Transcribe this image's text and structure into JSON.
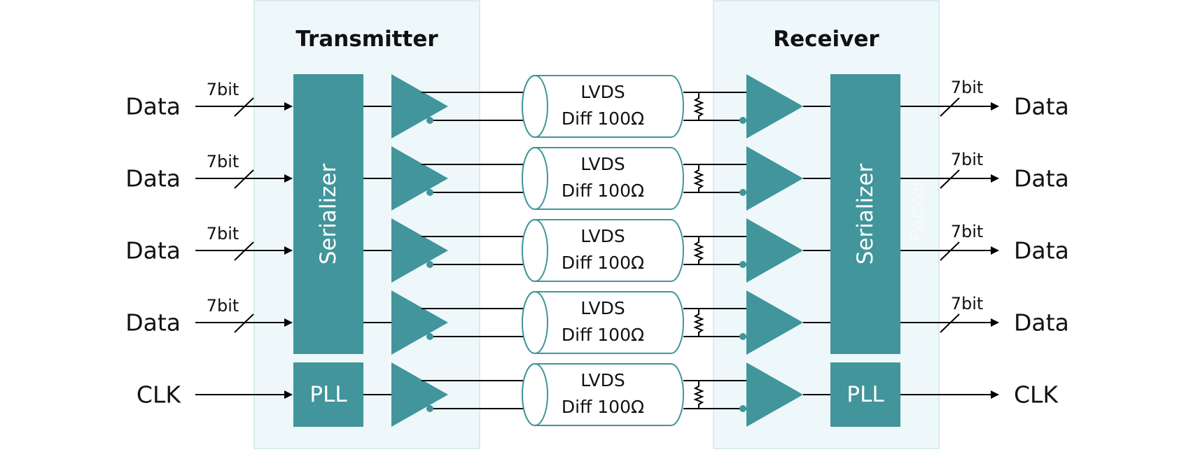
{
  "transmitter": {
    "title": "Transmitter",
    "serializer_label": "Serializer",
    "pll_label": "PLL"
  },
  "receiver": {
    "title": "Receiver",
    "serializer_label": "Serializer",
    "pll_label": "PLL",
    "faint_label": "Packer"
  },
  "channels": [
    {
      "input": "Data",
      "output": "Data",
      "width_in": "7bit",
      "width_out": "7bit",
      "cable_top": "LVDS",
      "cable_bottom": "Diff 100Ω"
    },
    {
      "input": "Data",
      "output": "Data",
      "width_in": "7bit",
      "width_out": "7bit",
      "cable_top": "LVDS",
      "cable_bottom": "Diff 100Ω"
    },
    {
      "input": "Data",
      "output": "Data",
      "width_in": "7bit",
      "width_out": "7bit",
      "cable_top": "LVDS",
      "cable_bottom": "Diff 100Ω"
    },
    {
      "input": "Data",
      "output": "Data",
      "width_in": "7bit",
      "width_out": "7bit",
      "cable_top": "LVDS",
      "cable_bottom": "Diff 100Ω"
    },
    {
      "input": "CLK",
      "output": "CLK",
      "width_in": "",
      "width_out": "",
      "cable_top": "LVDS",
      "cable_bottom": "Diff 100Ω"
    }
  ],
  "colors": {
    "accent": "#41959b",
    "panel": "#eef8fa"
  }
}
